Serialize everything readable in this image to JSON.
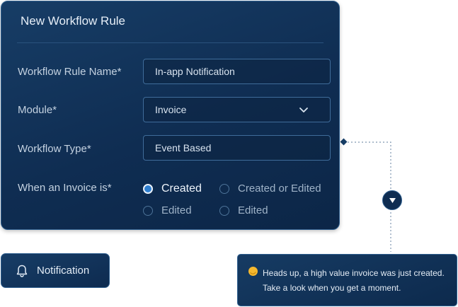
{
  "form": {
    "title": "New Workflow Rule",
    "fields": {
      "rule_name": {
        "label": "Workflow Rule Name*",
        "value": "In-app Notification"
      },
      "module": {
        "label": "Module*",
        "value": "Invoice"
      },
      "type": {
        "label": "Workflow Type*",
        "value": "Event Based"
      }
    },
    "trigger": {
      "label": "When an Invoice is*",
      "options": [
        {
          "label": "Created",
          "selected": true
        },
        {
          "label": "Created or Edited",
          "selected": false
        },
        {
          "label": "Edited",
          "selected": false
        },
        {
          "label": "Edited",
          "selected": false
        }
      ]
    }
  },
  "notification_button": {
    "label": "Notification",
    "icon": "bell-icon"
  },
  "toast": {
    "icon": "hand-wave-icon",
    "line1": "Heads up, a high value invoice was just created.",
    "line2": "Take a look when you get a moment."
  },
  "colors": {
    "panel": "#0f2d52",
    "accent": "#2f7fd0",
    "toast_icon": "#f5b82e"
  }
}
